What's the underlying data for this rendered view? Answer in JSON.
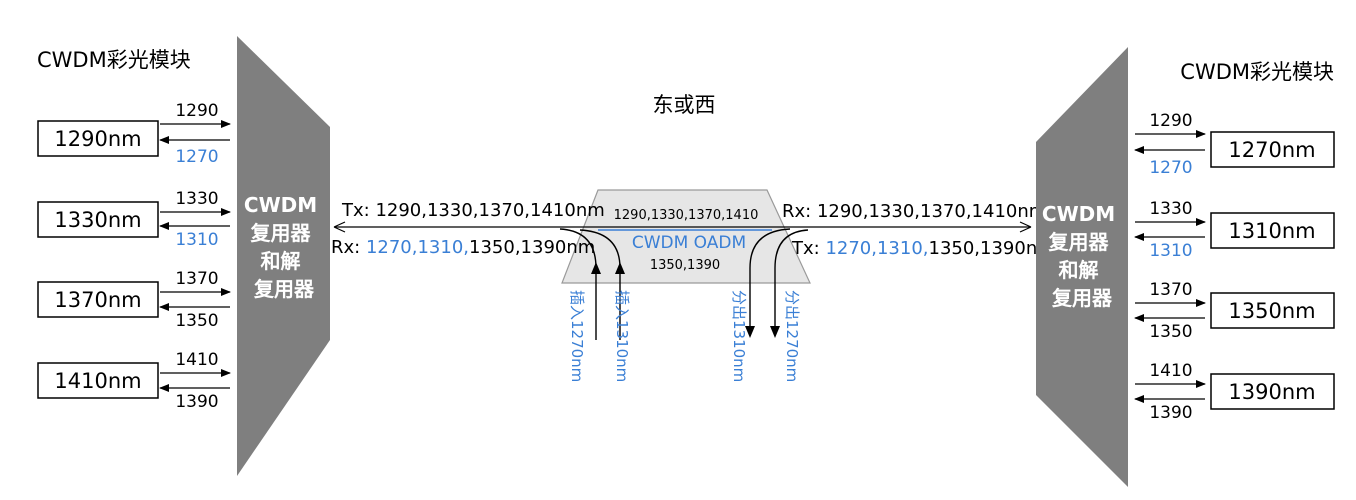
{
  "colors": {
    "blue": "#3a7fd5",
    "gray": "#7f7f7f",
    "oadm_fill": "#e6e6e6"
  },
  "left": {
    "title": "CWDM彩光模块",
    "mux_label": [
      "CWDM",
      "复用器",
      "和解",
      "复用器"
    ],
    "modules": [
      {
        "label": "1290nm",
        "tx": "1290",
        "rx": "1270"
      },
      {
        "label": "1330nm",
        "tx": "1330",
        "rx": "1310"
      },
      {
        "label": "1370nm",
        "tx": "1370",
        "rx": "1350"
      },
      {
        "label": "1410nm",
        "tx": "1410",
        "rx": "1390"
      }
    ],
    "tx_prefix": "Tx: ",
    "tx_values": "1290,1330,1370,1410nm",
    "rx_prefix": "Rx: ",
    "rx_blue": "1270,1310,",
    "rx_black": "1350,1390nm"
  },
  "center": {
    "title": "东或西",
    "oadm_top": "1290,1330,1370,1410",
    "oadm_name": "CWDM OADM",
    "oadm_bottom": "1350,1390",
    "add": [
      "插入1270nm",
      "插入1310nm"
    ],
    "drop": [
      "分出1310nm",
      "分出1270nm"
    ]
  },
  "right": {
    "title": "CWDM彩光模块",
    "mux_label": [
      "CWDM",
      "复用器",
      "和解",
      "复用器"
    ],
    "modules": [
      {
        "label": "1270nm",
        "tx": "1290",
        "rx": "1270"
      },
      {
        "label": "1310nm",
        "tx": "1330",
        "rx": "1310"
      },
      {
        "label": "1350nm",
        "tx": "1370",
        "rx": "1350"
      },
      {
        "label": "1390nm",
        "tx": "1410",
        "rx": "1390"
      }
    ],
    "rx_prefix": "Rx: ",
    "rx_values": "1290,1330,1370,1410nm",
    "tx_prefix": "Tx: ",
    "tx_blue": "1270,1310,",
    "tx_black": "1350,1390nm"
  }
}
